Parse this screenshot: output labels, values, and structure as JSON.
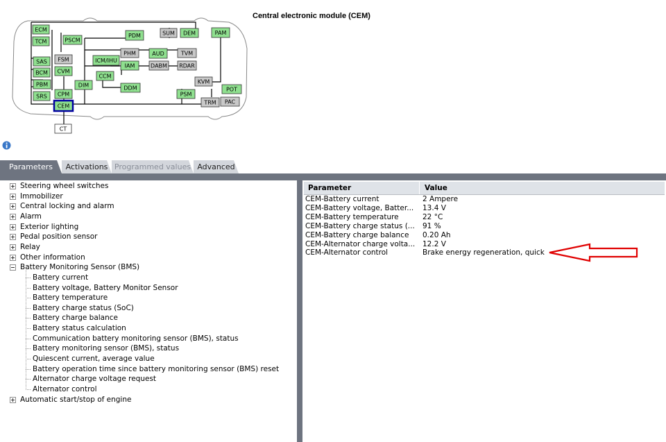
{
  "diagram": {
    "title": "Central electronic module (CEM)",
    "modules": [
      {
        "name": "ECM",
        "active": true
      },
      {
        "name": "TCM",
        "active": true
      },
      {
        "name": "PSCM",
        "active": true
      },
      {
        "name": "PDM",
        "active": true
      },
      {
        "name": "SUM",
        "active": false
      },
      {
        "name": "DEM",
        "active": true
      },
      {
        "name": "PAM",
        "active": true
      },
      {
        "name": "FSM",
        "active": false
      },
      {
        "name": "PHM",
        "active": false
      },
      {
        "name": "AUD",
        "active": true
      },
      {
        "name": "TVM",
        "active": false
      },
      {
        "name": "SAS",
        "active": true
      },
      {
        "name": "ICM/IHU",
        "active": true
      },
      {
        "name": "CVM",
        "active": true
      },
      {
        "name": "IAM",
        "active": true
      },
      {
        "name": "DABM",
        "active": false
      },
      {
        "name": "RDAR",
        "active": false
      },
      {
        "name": "BCM",
        "active": true
      },
      {
        "name": "CCM",
        "active": true
      },
      {
        "name": "KVM",
        "active": false
      },
      {
        "name": "PBM",
        "active": true
      },
      {
        "name": "DIM",
        "active": true
      },
      {
        "name": "DDM",
        "active": true
      },
      {
        "name": "POT",
        "active": true
      },
      {
        "name": "SRS",
        "active": true
      },
      {
        "name": "CPM",
        "active": true
      },
      {
        "name": "PSM",
        "active": true
      },
      {
        "name": "CEM",
        "active": true,
        "selected": true
      },
      {
        "name": "TRM",
        "active": false
      },
      {
        "name": "PAC",
        "active": false
      },
      {
        "name": "CT",
        "active": false
      }
    ],
    "colors": {
      "active": "#8fe08f",
      "inactive": "#c8c8c8",
      "selected_border": "#0000a0",
      "line": "#000000"
    }
  },
  "info_icon": "info-icon",
  "tabs": [
    {
      "label": "Parameters",
      "state": "active"
    },
    {
      "label": "Activations",
      "state": "normal"
    },
    {
      "label": "Programmed values",
      "state": "disabled"
    },
    {
      "label": "Advanced",
      "state": "normal"
    }
  ],
  "tree": {
    "groups_before": [
      "Steering wheel switches",
      "Immobilizer",
      "Central locking and alarm",
      "Alarm",
      "Exterior lighting",
      "Pedal position sensor",
      "Relay",
      "Other information"
    ],
    "expanded_group": {
      "label": "Battery Monitoring Sensor (BMS)",
      "children": [
        "Battery current",
        "Battery voltage, Battery Monitor Sensor",
        "Battery temperature",
        "Battery charge status (SoC)",
        "Battery charge balance",
        "Battery status calculation",
        "Communication battery monitoring sensor (BMS), status",
        "Battery monitoring sensor (BMS), status",
        "Quiescent current, average value",
        "Battery operation time since battery monitoring sensor (BMS) reset",
        "Alternator charge voltage request",
        "Alternator control"
      ]
    },
    "groups_after": [
      "Automatic start/stop of engine"
    ]
  },
  "grid": {
    "columns": [
      "Parameter",
      "Value"
    ],
    "rows": [
      {
        "parameter": "CEM-Battery current",
        "value": "2 Ampere"
      },
      {
        "parameter": "CEM-Battery voltage, Batter...",
        "value": "13.4 V"
      },
      {
        "parameter": "CEM-Battery temperature",
        "value": "22 °C"
      },
      {
        "parameter": "CEM-Battery charge status (...",
        "value": "91 %"
      },
      {
        "parameter": "CEM-Battery charge balance",
        "value": "0.20 Ah"
      },
      {
        "parameter": "CEM-Alternator charge volta...",
        "value": "12.2 V"
      },
      {
        "parameter": "CEM-Alternator control",
        "value": "Brake energy regeneration, quick"
      }
    ]
  },
  "annotation": {
    "arrow_color": "#e00000"
  }
}
